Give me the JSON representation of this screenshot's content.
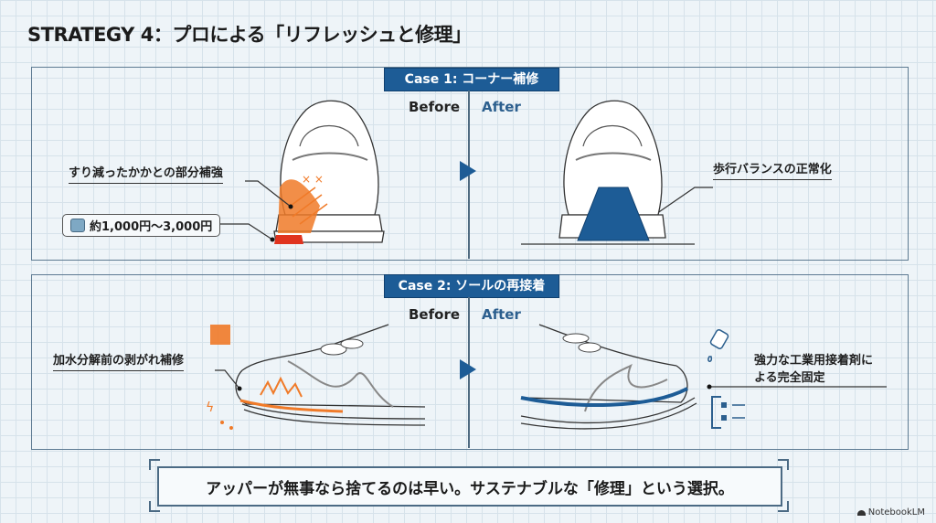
{
  "title": "STRATEGY 4：プロによる「リフレッシュと修理」",
  "case1": {
    "badge": "Case 1: コーナー補修",
    "before_label": "Before",
    "after_label": "After",
    "callout_left": "すり減ったかかとの部分補強",
    "price": "約1,000円〜3,000円",
    "price_icon": "coins-icon",
    "callout_right": "歩行バランスの正常化"
  },
  "case2": {
    "badge": "Case 2: ソールの再接着",
    "before_label": "Before",
    "after_label": "After",
    "callout_left": "加水分解前の剥がれ補修",
    "callout_right_line1": "強力な工業用接着剤に",
    "callout_right_line2": "よる完全固定",
    "icons": [
      "glue-bottle-icon",
      "clamp-icon",
      "peeling-icon",
      "crack-icon"
    ]
  },
  "bottom_message": "アッパーが無事なら捨てるのは早い。サステナブルな「修理」という選択。",
  "watermark": "NotebookLM",
  "colors": {
    "accent_blue": "#1d5c96",
    "orange": "#f07a28",
    "red": "#e0341f",
    "border": "#5d7a92"
  }
}
